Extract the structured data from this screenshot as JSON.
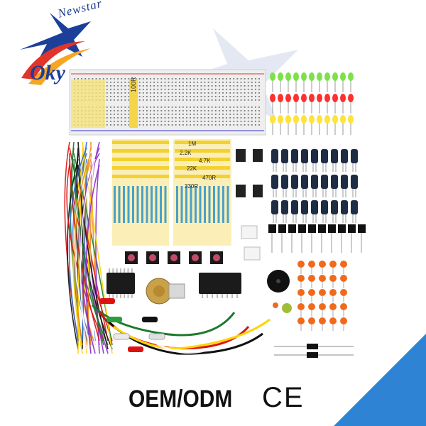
{
  "brand": {
    "name_top": "Newstar",
    "name_logo": "Oky",
    "colors": {
      "blue": "#1c3f9a",
      "red": "#e0352b",
      "orange": "#f6a623",
      "corner_blue": "#2f83d4"
    }
  },
  "breadboard": {
    "label": "100R"
  },
  "resistor_values": [
    "1M",
    "2.2K",
    "4.7K",
    "22K",
    "470R",
    "330R"
  ],
  "footer": {
    "oem": "OEM/ODM",
    "ce": "CE"
  },
  "components": {
    "leds": [
      "green",
      "red",
      "yellow"
    ],
    "icons": [
      "jumper-wires-icon",
      "alligator-clips-icon",
      "potentiometer-icon",
      "ic-chip-icon",
      "buzzer-icon",
      "capacitor-icon",
      "transistor-icon",
      "push-button-icon",
      "diode-icon"
    ]
  }
}
